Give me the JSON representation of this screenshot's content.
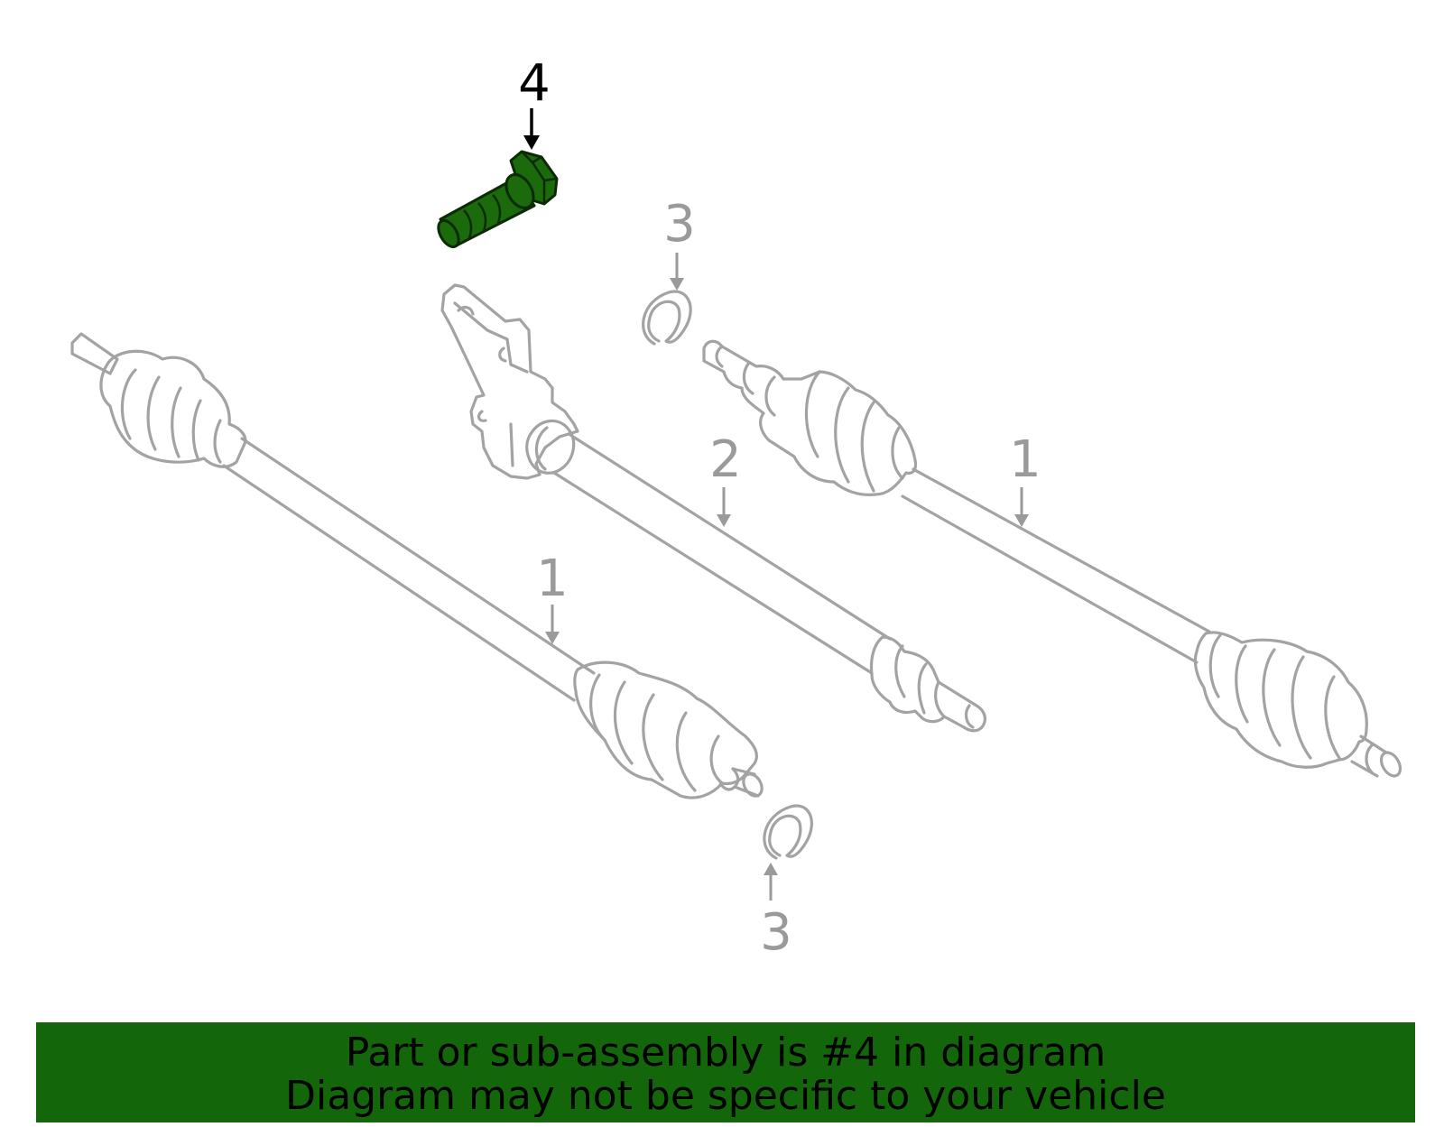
{
  "callouts": {
    "bolt": "4",
    "circlip_top": "3",
    "circlip_bottom": "3",
    "intermediate_shaft": "2",
    "halfshaft_right": "1",
    "halfshaft_left": "1"
  },
  "banner": {
    "line1": "Part or sub-assembly is #4 in diagram",
    "line2": "Diagram may not be specific to your vehicle"
  },
  "colors": {
    "highlight_part": "#1b6a0b",
    "banner_background": "#13660a",
    "line_art": "#a3a3a3",
    "callout_gray": "#9a9a9a",
    "callout_active": "#000000"
  }
}
